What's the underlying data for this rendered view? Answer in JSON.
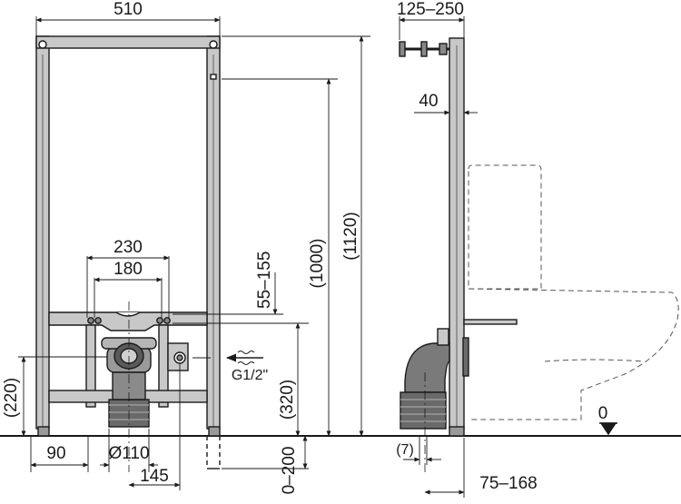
{
  "dimensions": {
    "frame_width": "510",
    "wall_offset": "125–250",
    "frame_depth": "40",
    "bolt_spacing_outer": "230",
    "bolt_spacing_inner": "180",
    "bolt_height_range": "55–155",
    "height_1000": "(1000)",
    "height_1120": "(1120)",
    "inlet_height": "(320)",
    "connector_height": "(220)",
    "outlet_diameter": "Ø110",
    "foot_offset": "90",
    "inlet_offset": "145",
    "foot_adjust": "0–200",
    "floor_gap": "(7)",
    "outlet_depth": "75–168",
    "floor_level": "0"
  },
  "labels": {
    "water_inlet": "G1/2\""
  },
  "colors": {
    "frame_fill": "#c8c8c8",
    "line": "#1a1a1a",
    "dashed": "#555555"
  }
}
